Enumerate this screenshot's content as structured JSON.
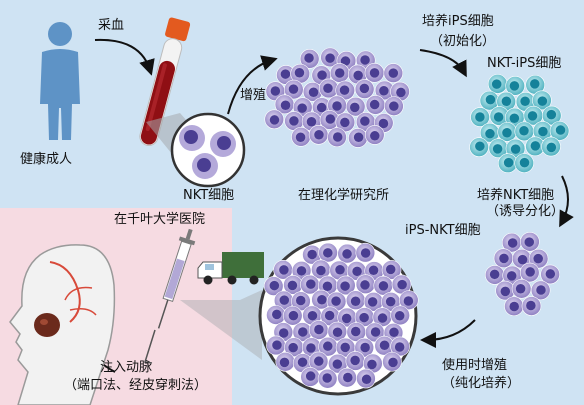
{
  "diagram": {
    "labels": {
      "healthy_adult": "健康成人",
      "blood_draw": "采血",
      "nkt_cells": "NKT细胞",
      "proliferation": "增殖",
      "riken": "在理化学研究所",
      "culture_ips_line1": "培养iPS细胞",
      "culture_ips_line2": "（初始化）",
      "nkt_ips_cells": "NKT-iPS细胞",
      "culture_nkt_line1": "培养NKT细胞",
      "culture_nkt_line2": "（诱导分化）",
      "ips_nkt_cells": "iPS-NKT细胞",
      "chiba_hospital": "在千叶大学医院",
      "expand_line1": "使用时增殖",
      "expand_line2": "（纯化培养）",
      "inject_line1": "注入动脉",
      "inject_line2": "（端口法、经皮穿刺法）"
    },
    "colors": {
      "background_blue": "#cfe3f3",
      "hospital_pink": "#f6dbe2",
      "purple_cell": "#9f92cc",
      "purple_nucleus": "#4a3e92",
      "teal_cell": "#76c8d2",
      "teal_nucleus": "#15829a",
      "blood_red": "#8f0f14"
    }
  }
}
